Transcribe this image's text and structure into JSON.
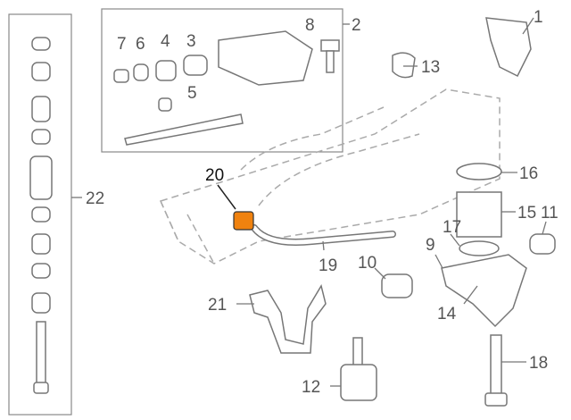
{
  "diagram": {
    "highlight_color": "#f0820f",
    "highlighted_part": "20",
    "callouts": [
      "1",
      "2",
      "3",
      "4",
      "5",
      "6",
      "7",
      "8",
      "9",
      "10",
      "11",
      "12",
      "13",
      "14",
      "15",
      "16",
      "17",
      "18",
      "19",
      "20",
      "21",
      "22"
    ]
  }
}
